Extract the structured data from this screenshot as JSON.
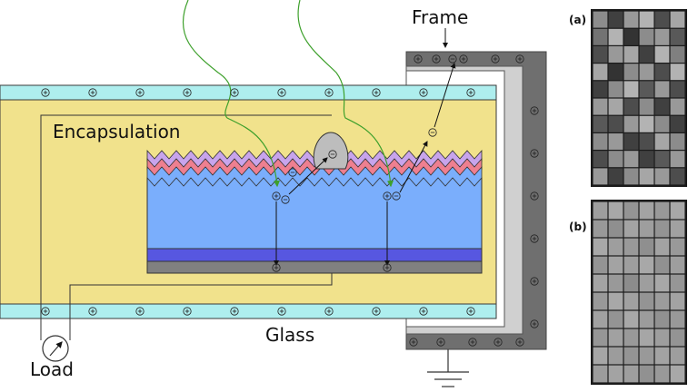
{
  "labels": {
    "frame": "Frame",
    "encapsulation": "Encapsulation",
    "glass": "Glass",
    "load": "Load",
    "panel_a": "(a)",
    "panel_b": "(b)"
  },
  "symbols": {
    "plus": "+",
    "minus": "−"
  },
  "colors": {
    "glass": "#aeeeee",
    "encapsulation": "#f1e28c",
    "frame_outer": "#6f6f6f",
    "frame_inner": "#d0d0d0",
    "purple_layer": "#c8a4ec",
    "pink_layer": "#ee7f90",
    "blue_layer": "#7aaefc",
    "dark_blue_layer": "#5757e0",
    "electrode": "#808080",
    "light_ray": "#3ea02c"
  },
  "panel_a_grid": [
    [
      0.55,
      0.25,
      0.6,
      0.7,
      0.3,
      0.65
    ],
    [
      0.45,
      0.7,
      0.2,
      0.55,
      0.6,
      0.35
    ],
    [
      0.3,
      0.6,
      0.65,
      0.25,
      0.7,
      0.5
    ],
    [
      0.65,
      0.2,
      0.55,
      0.6,
      0.3,
      0.7
    ],
    [
      0.25,
      0.55,
      0.7,
      0.35,
      0.6,
      0.3
    ],
    [
      0.6,
      0.65,
      0.3,
      0.55,
      0.25,
      0.6
    ],
    [
      0.35,
      0.3,
      0.6,
      0.7,
      0.55,
      0.25
    ],
    [
      0.55,
      0.6,
      0.25,
      0.3,
      0.65,
      0.55
    ],
    [
      0.3,
      0.55,
      0.6,
      0.25,
      0.35,
      0.6
    ],
    [
      0.6,
      0.25,
      0.55,
      0.65,
      0.6,
      0.3
    ]
  ],
  "panel_b_grid": [
    [
      0.62,
      0.66,
      0.58,
      0.64,
      0.6,
      0.66
    ],
    [
      0.6,
      0.56,
      0.64,
      0.62,
      0.58,
      0.63
    ],
    [
      0.66,
      0.62,
      0.6,
      0.56,
      0.64,
      0.6
    ],
    [
      0.58,
      0.64,
      0.62,
      0.66,
      0.57,
      0.62
    ],
    [
      0.64,
      0.6,
      0.55,
      0.62,
      0.66,
      0.59
    ],
    [
      0.6,
      0.66,
      0.63,
      0.58,
      0.61,
      0.64
    ],
    [
      0.63,
      0.58,
      0.66,
      0.61,
      0.57,
      0.6
    ],
    [
      0.59,
      0.63,
      0.6,
      0.65,
      0.62,
      0.58
    ],
    [
      0.65,
      0.61,
      0.58,
      0.6,
      0.64,
      0.62
    ],
    [
      0.61,
      0.64,
      0.62,
      0.57,
      0.6,
      0.66
    ]
  ]
}
